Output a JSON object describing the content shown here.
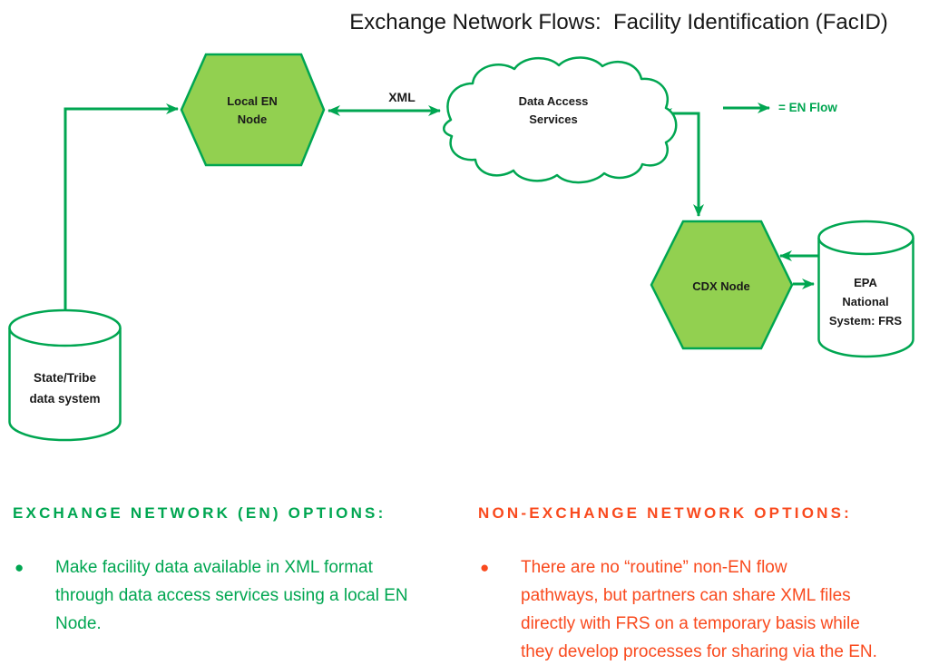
{
  "title": "Exchange Network Flows:  Facility Identification (FacID)",
  "colors": {
    "flow_green": "#00A651",
    "node_fill_green": "#92D050",
    "non_en_orange": "#F94A1E",
    "text_dark": "#1A1A1A"
  },
  "diagram": {
    "nodes": {
      "local_en_node": {
        "label": "Local EN\nNode"
      },
      "data_access_services": {
        "label": "Data Access\nServices"
      },
      "cdx_node": {
        "label": "CDX Node"
      },
      "epa_frs": {
        "label": "EPA\nNational\nSystem: FRS"
      },
      "state_tribe": {
        "label": "State/Tribe\ndata system"
      }
    },
    "labels": {
      "xml": "XML",
      "legend": "= EN Flow"
    }
  },
  "sections": {
    "en_options": {
      "heading": "EXCHANGE NETWORK (EN) OPTIONS:",
      "bullet_marker": "●",
      "bullets": [
        "Make facility data available in XML format\nthrough data access services using a local EN\nNode."
      ]
    },
    "non_en_options": {
      "heading": "NON-EXCHANGE NETWORK OPTIONS:",
      "bullet_marker": "●",
      "bullets": [
        "There are no “routine” non-EN flow\npathways, but partners can share XML files\ndirectly with FRS on a temporary basis while\nthey develop processes for sharing via the EN."
      ]
    }
  }
}
